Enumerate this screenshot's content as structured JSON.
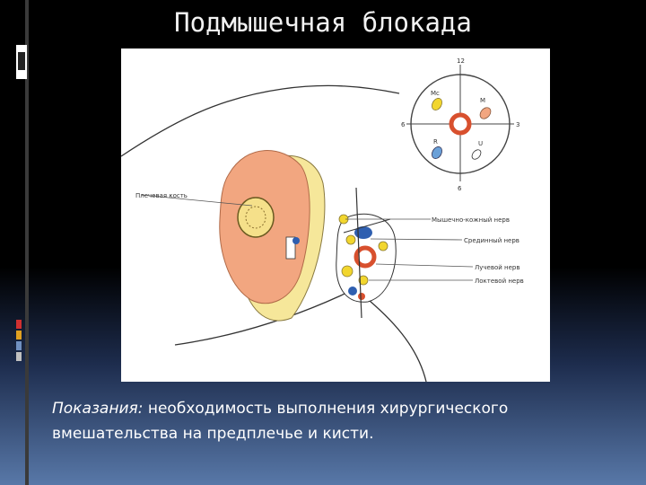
{
  "slide": {
    "title": "Подмышечная  блокада",
    "caption_lead": "Показания:",
    "caption_body": "  необходимость  выполнения  хирургического вмешательства на предплечье и кисти."
  },
  "figure": {
    "label_humerus": "Плечевая кость",
    "label_musculocutaneous": "Мышечно-кожный нерв",
    "label_median": "Срединный нерв",
    "label_radial": "Лучевой нерв",
    "label_ulnar": "Локтевой нерв",
    "clock": {
      "top": "12",
      "left": "6",
      "right": "3",
      "bottom": "6"
    },
    "nerve_tags": {
      "mc": "Mc",
      "m": "M",
      "r": "R",
      "u": "U"
    }
  },
  "colors": {
    "accent": "#6a8cc0",
    "muscle": "#f2a680",
    "fat": "#f6e79a",
    "nerve_yellow": "#f2d62e",
    "nerve_blue": "#2f5fb0",
    "artery": "#d8502e"
  }
}
